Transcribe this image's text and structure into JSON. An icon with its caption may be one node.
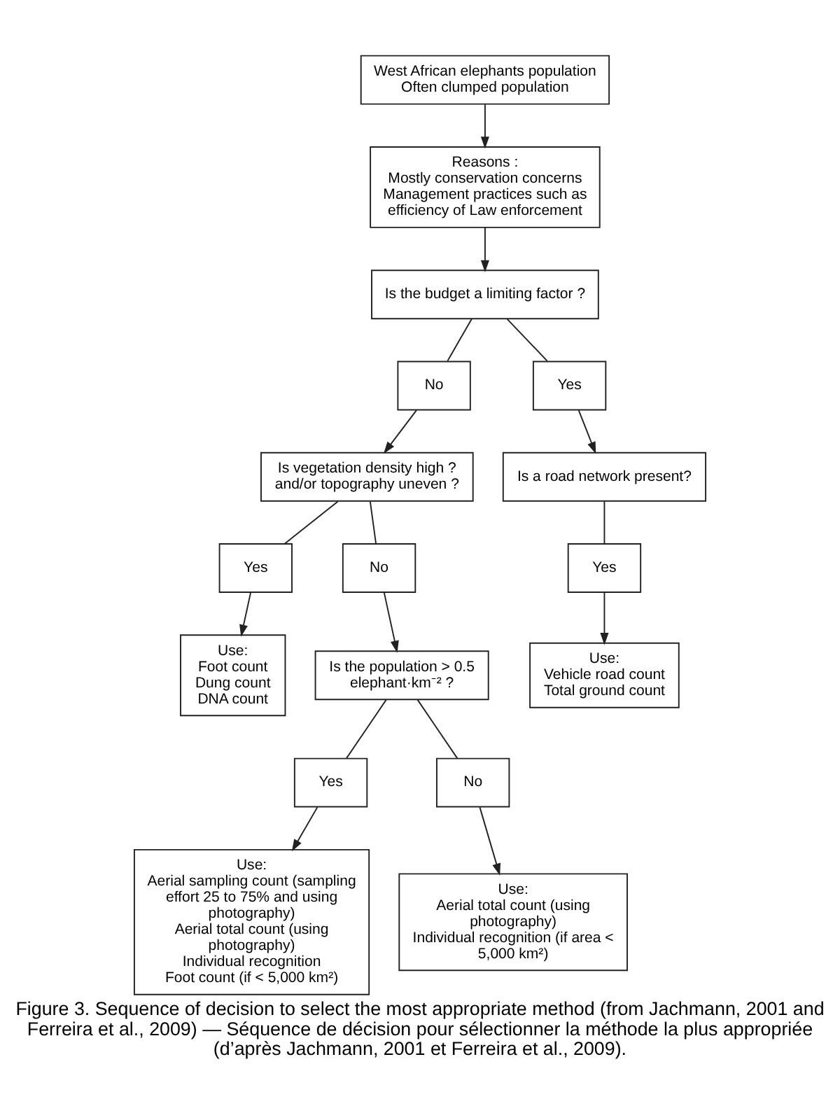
{
  "diagram": {
    "caption": "Figure 3. Sequence of decision to select the most appropriate method (from Jachmann, 2001 and Ferreira et al., 2009) — Séquence de décision pour sélectionner la méthode la plus appropriée (d’après Jachmann, 2001 et Ferreira et al., 2009).",
    "nodes": [
      {
        "text": [
          "West African elephants population",
          "Often clumped population"
        ]
      },
      {
        "text": [
          "Reasons :",
          "Mostly conservation concerns",
          "Management practices such as efficiency of Law enforcement"
        ]
      },
      {
        "text": [
          "Is the budget a limiting factor ?"
        ]
      },
      {
        "text": [
          "No"
        ]
      },
      {
        "text": [
          "Yes"
        ]
      },
      {
        "text": [
          "Is vegetation density high ? and/or topography uneven ?"
        ]
      },
      {
        "text": [
          "Is a road network present?"
        ]
      },
      {
        "text": [
          "Yes"
        ]
      },
      {
        "text": [
          "No"
        ]
      },
      {
        "text": [
          "Is the population > 0.5 elephant·km⁻² ?"
        ]
      },
      {
        "text": [
          "Yes"
        ]
      },
      {
        "text": [
          "No"
        ]
      },
      {
        "text": [
          "Yes"
        ]
      },
      {
        "text": [
          "Use:",
          "Foot count",
          "Dung count",
          "DNA count"
        ]
      },
      {
        "text": [
          "Use:",
          "Aerial sampling count (sampling effort 25 to 75% and using photography)",
          "Aerial total count (using photography)",
          "Individual recognition",
          "Foot count (if < 5,000 km²)"
        ]
      },
      {
        "text": [
          "Use:",
          "Aerial total count (using photography)",
          "Individual recognition (if area < 5,000 km²)"
        ]
      },
      {
        "text": [
          "Use:",
          "Vehicle road count",
          "Total ground count"
        ]
      }
    ],
    "edges": [
      {
        "from": 0,
        "to": 1,
        "arrow": "to"
      },
      {
        "from": 1,
        "to": 2,
        "arrow": "to"
      },
      {
        "from": 2,
        "to": 3,
        "arrow": "none"
      },
      {
        "from": 2,
        "to": 4,
        "arrow": "none"
      },
      {
        "from": 3,
        "to": 5,
        "arrow": "to"
      },
      {
        "from": 4,
        "to": 6,
        "arrow": "to"
      },
      {
        "from": 5,
        "to": 7,
        "arrow": "none"
      },
      {
        "from": 5,
        "to": 8,
        "arrow": "none"
      },
      {
        "from": 6,
        "to": 12,
        "arrow": "none"
      },
      {
        "from": 8,
        "to": 9,
        "arrow": "to"
      },
      {
        "from": 9,
        "to": 10,
        "arrow": "none"
      },
      {
        "from": 9,
        "to": 11,
        "arrow": "none"
      },
      {
        "from": 7,
        "to": 13,
        "arrow": "to"
      },
      {
        "from": 10,
        "to": 14,
        "arrow": "to"
      },
      {
        "from": 11,
        "to": 15,
        "arrow": "to"
      },
      {
        "from": 12,
        "to": 16,
        "arrow": "to"
      }
    ]
  }
}
